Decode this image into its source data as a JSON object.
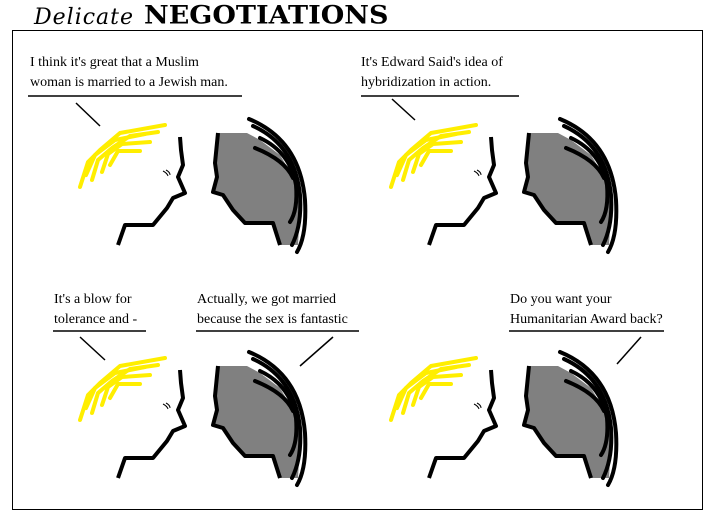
{
  "title": {
    "script_word": "Delicate",
    "bold_word": "NEGOTIATIONS"
  },
  "panels": [
    {
      "speech": [
        {
          "speaker": "man",
          "lines": [
            "I think it's great that a Muslim",
            "woman is married to a Jewish man."
          ]
        }
      ]
    },
    {
      "speech": [
        {
          "speaker": "man",
          "lines": [
            "It's Edward Said's idea of",
            "hybridization in action."
          ]
        }
      ]
    },
    {
      "speech": [
        {
          "speaker": "man",
          "lines": [
            "It's a blow for",
            "tolerance and -"
          ]
        },
        {
          "speaker": "woman",
          "lines": [
            "Actually, we got married",
            "because the sex is fantastic"
          ]
        }
      ]
    },
    {
      "speech": [
        {
          "speaker": "woman",
          "lines": [
            "Do you want your",
            "Humanitarian Award back?"
          ]
        }
      ]
    }
  ],
  "colors": {
    "hair_blonde": "#ffee00",
    "face_gray": "#808080",
    "ink": "#000000"
  }
}
